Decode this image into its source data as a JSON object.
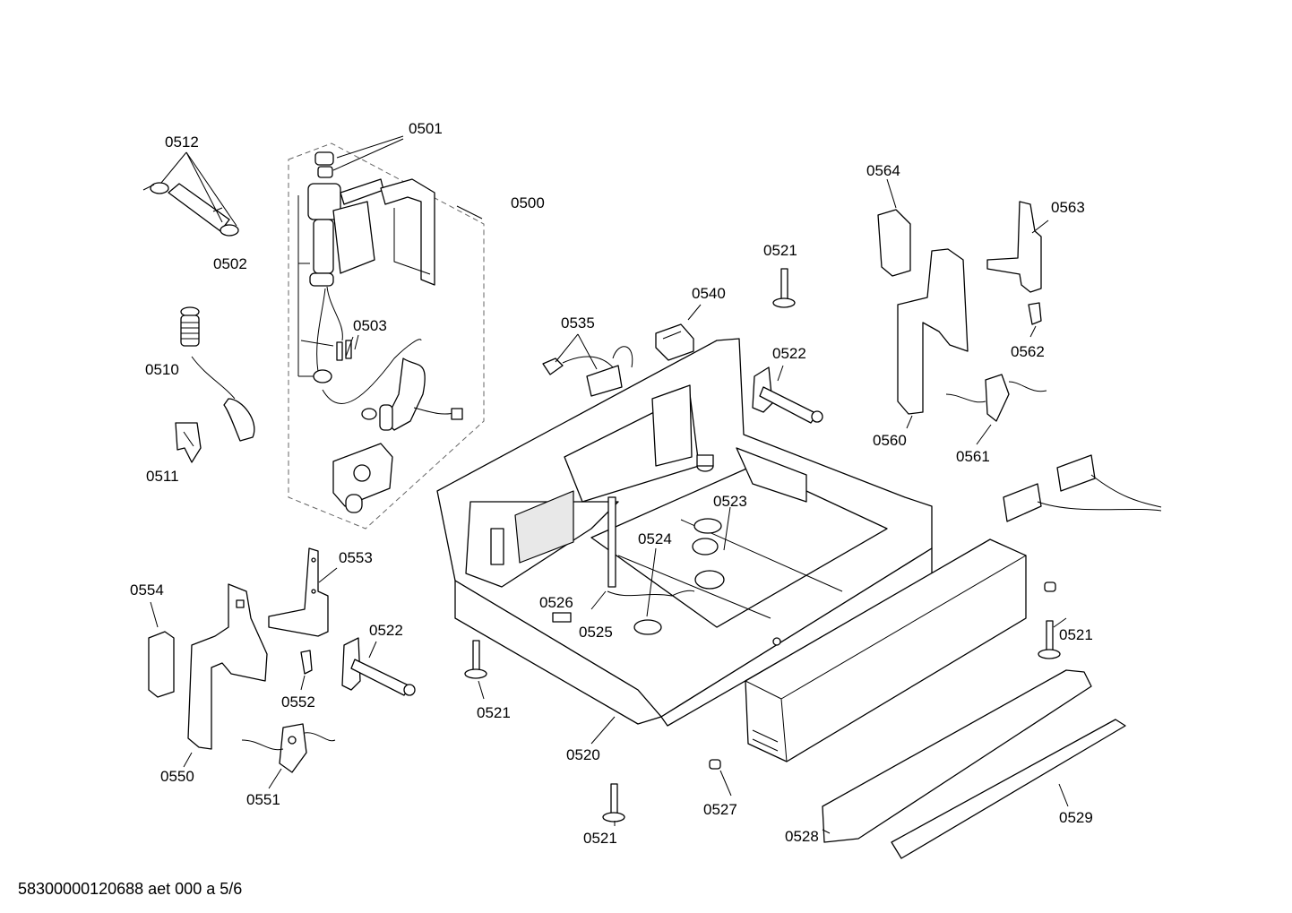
{
  "footer": "58300000120688 aet 000 a 5/6",
  "labels": {
    "l0500": "0500",
    "l0501": "0501",
    "l0502": "0502",
    "l0503": "0503",
    "l0510": "0510",
    "l0511": "0511",
    "l0512": "0512",
    "l0520": "0520",
    "l0521a": "0521",
    "l0521b": "0521",
    "l0521c": "0521",
    "l0521d": "0521",
    "l0522a": "0522",
    "l0522b": "0522",
    "l0523": "0523",
    "l0524": "0524",
    "l0525": "0525",
    "l0526": "0526",
    "l0527": "0527",
    "l0528": "0528",
    "l0529": "0529",
    "l0535": "0535",
    "l0540": "0540",
    "l0550": "0550",
    "l0551": "0551",
    "l0552": "0552",
    "l0553": "0553",
    "l0554": "0554",
    "l0560": "0560",
    "l0561": "0561",
    "l0562": "0562",
    "l0563": "0563",
    "l0564": "0564"
  }
}
